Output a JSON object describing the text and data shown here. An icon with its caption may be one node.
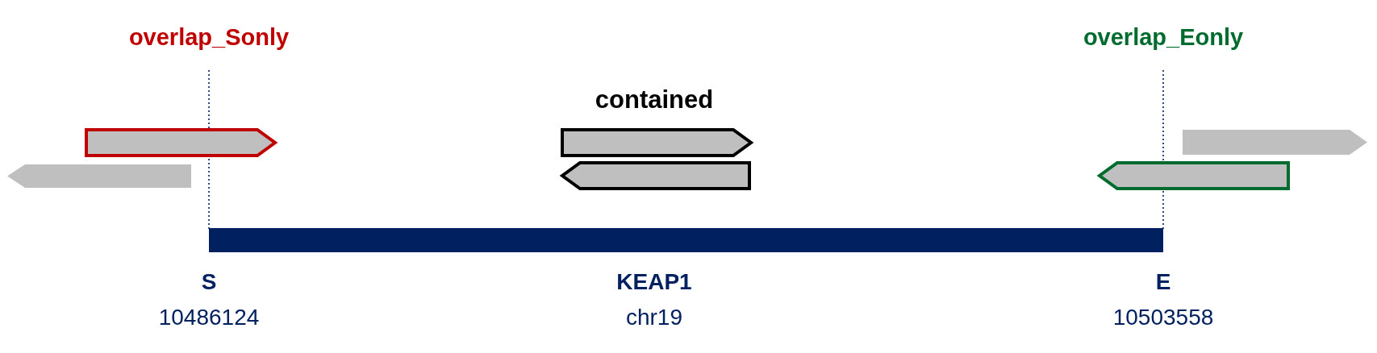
{
  "diagram": {
    "nodes": [
      {
        "text": [],
        "shape": "bar"
      }
    ],
    "labels": [
      "overlap_Sonly",
      "overlap_Eonly",
      "contained",
      "S",
      "KEAP1",
      "E",
      "10486124",
      "chr19",
      "10503558"
    ]
  }
}
